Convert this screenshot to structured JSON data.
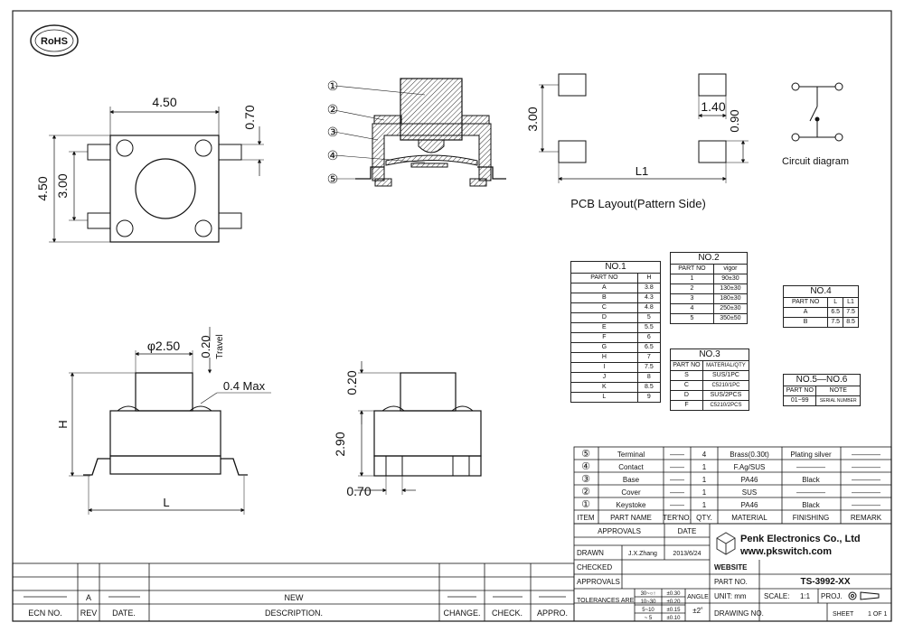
{
  "rohs_logo": "RoHS",
  "top_view": {
    "width": "4.50",
    "height": "4.50",
    "pad_pitch": "3.00",
    "pad_len": "0.70"
  },
  "cross_section_callouts": [
    "①",
    "②",
    "③",
    "④",
    "⑤"
  ],
  "pcb_layout": {
    "title": "PCB Layout(Pattern Side)",
    "dim_pitch_v": "3.00",
    "dim_pad_w": "1.40",
    "dim_pad_h": "0.90",
    "dim_span": "L1"
  },
  "circuit_label": "Circuit diagram",
  "front_view": {
    "dia": "φ2.50",
    "travel_val": "0.20",
    "travel_label": "Travel",
    "bump": "0.4 Max",
    "h": "H",
    "l": "L"
  },
  "side_view": {
    "cap": "0.20",
    "body": "2.90",
    "foot": "0.70"
  },
  "table_no1": {
    "title": "NO.1",
    "headers": [
      "PART NO",
      "H"
    ],
    "rows": [
      [
        "A",
        "3.8"
      ],
      [
        "B",
        "4.3"
      ],
      [
        "C",
        "4.8"
      ],
      [
        "D",
        "5"
      ],
      [
        "E",
        "5.5"
      ],
      [
        "F",
        "6"
      ],
      [
        "G",
        "6.5"
      ],
      [
        "H",
        "7"
      ],
      [
        "I",
        "7.5"
      ],
      [
        "J",
        "8"
      ],
      [
        "K",
        "8.5"
      ],
      [
        "L",
        "9"
      ]
    ]
  },
  "table_no2": {
    "title": "NO.2",
    "headers": [
      "PART NO",
      "vigor"
    ],
    "rows": [
      [
        "1",
        "90±30"
      ],
      [
        "2",
        "130±30"
      ],
      [
        "3",
        "180±30"
      ],
      [
        "4",
        "250±30"
      ],
      [
        "5",
        "350±50"
      ]
    ]
  },
  "table_no3": {
    "title": "NO.3",
    "headers": [
      "PART NO",
      "MATERIAL/QTY"
    ],
    "rows": [
      [
        "S",
        "SUS/1PC"
      ],
      [
        "C",
        "C5210/1PC"
      ],
      [
        "D",
        "SUS/2PCS"
      ],
      [
        "F",
        "C5210/2PCS"
      ]
    ]
  },
  "table_no4": {
    "title": "NO.4",
    "headers": [
      "PART NO",
      "L",
      "L1"
    ],
    "rows": [
      [
        "A",
        "6.5",
        "7.5"
      ],
      [
        "B",
        "7.5",
        "8.5"
      ]
    ]
  },
  "table_no5": {
    "title": "NO.5—NO.6",
    "headers": [
      "PART NO",
      "NOTE"
    ],
    "rows": [
      [
        "01~99",
        "SERIAL NUMBER"
      ]
    ]
  },
  "bom": {
    "rows": [
      {
        "no": "⑤",
        "part": "Terminal",
        "ter": "——",
        "qty": "4",
        "material": "Brass(0.30t)",
        "finish": "Plating silver",
        "remark": "————"
      },
      {
        "no": "④",
        "part": "Contact",
        "ter": "——",
        "qty": "1",
        "material": "F.Ag/SUS",
        "finish": "————",
        "remark": "————"
      },
      {
        "no": "③",
        "part": "Base",
        "ter": "——",
        "qty": "1",
        "material": "PA46",
        "finish": "Black",
        "remark": "————"
      },
      {
        "no": "②",
        "part": "Cover",
        "ter": "——",
        "qty": "1",
        "material": "SUS",
        "finish": "————",
        "remark": "————"
      },
      {
        "no": "①",
        "part": "Keystoke",
        "ter": "——",
        "qty": "1",
        "material": "PA46",
        "finish": "Black",
        "remark": "————"
      }
    ],
    "headers": [
      "ITEM",
      "PART NAME",
      "TER'NO.",
      "QTY.",
      "MATERIAL",
      "FINISHING",
      "REMARK"
    ]
  },
  "title_block": {
    "approvals": "APPROVALS",
    "date": "DATE",
    "drawn": "DRAWN",
    "drawn_by": "J.X.Zhang",
    "drawn_date": "2013/6/24",
    "checked": "CHECKED",
    "approvals2": "APPROVALS",
    "tolerances": "TOLERANCES ARE",
    "tol_ranges": [
      "30~○↑",
      "10~30",
      "5~10",
      "~ 5"
    ],
    "tol_vals": [
      "±0.30",
      "±0.20",
      "±0.15",
      "±0.10"
    ],
    "angle": "ANGLE",
    "angle_val": "±2˚",
    "company": "Penk Electronics Co., Ltd",
    "website_url": "www.pkswitch.com",
    "website_label": "WEBSITE",
    "part_no_label": "PART NO.",
    "part_no": "TS-3992-XX",
    "unit": "UNIT: mm",
    "scale_label": "SCALE:",
    "scale": "1:1",
    "proj": "PROJ.",
    "drawing_no": "DRAWING NO.",
    "sheet": "SHEET",
    "sheet_val": "1 OF 1"
  },
  "revision": {
    "rev": "A",
    "desc": "NEW",
    "headers": [
      "ECN NO.",
      "REV",
      "DATE.",
      "DESCRIPTION.",
      "CHANGE.",
      "CHECK.",
      "APPRO."
    ]
  }
}
